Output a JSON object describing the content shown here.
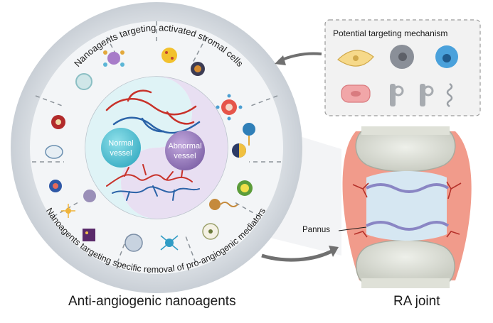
{
  "wheel": {
    "top_arc_label": "Nanoagents targeting activated stromal cells",
    "bottom_arc_label": "Nanoagents targeting specific removal of pro-angiogenic mediators",
    "normal_vessel": [
      "Normal",
      "vessel"
    ],
    "abnormal_vessel": [
      "Abnormal",
      "vessel"
    ]
  },
  "mechanism_panel": {
    "title": "Potential targeting mechanism"
  },
  "joint": {
    "pannus_label": "Pannus"
  },
  "captions": {
    "left": "Anti-angiogenic nanoagents",
    "right": "RA joint"
  },
  "colors": {
    "outer_ring": "#d3d8de",
    "inner_ring": "#eef1f4",
    "normal_vessel": "#4fc0d3",
    "abnormal_vessel": "#8f74b3",
    "artery_red": "#c8322a",
    "vein_blue": "#2b63a8",
    "synovium": "#ee8a77",
    "bone": "#dfe1d8"
  }
}
